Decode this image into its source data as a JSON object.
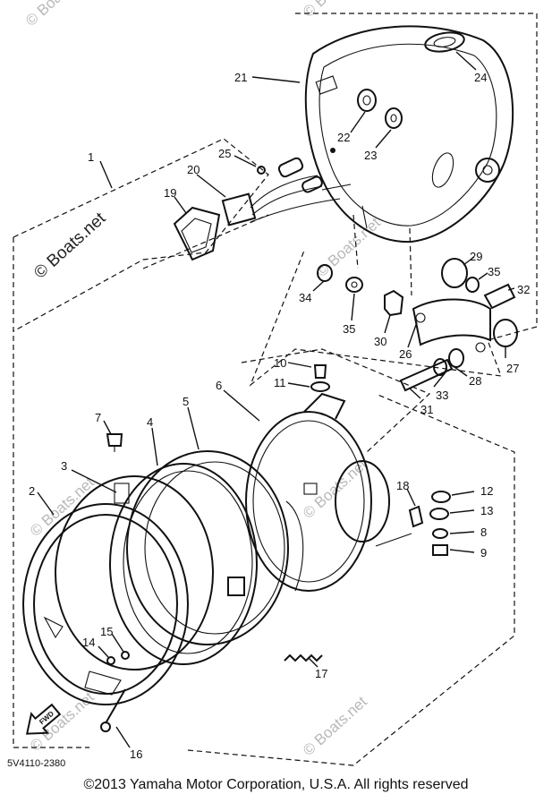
{
  "watermark": {
    "text": "© Boats.net"
  },
  "part_labels": [
    {
      "id": "1",
      "text": "1"
    },
    {
      "id": "2",
      "text": "2"
    },
    {
      "id": "3",
      "text": "3"
    },
    {
      "id": "4",
      "text": "4"
    },
    {
      "id": "5",
      "text": "5"
    },
    {
      "id": "6",
      "text": "6"
    },
    {
      "id": "7",
      "text": "7"
    },
    {
      "id": "8",
      "text": "8"
    },
    {
      "id": "9",
      "text": "9"
    },
    {
      "id": "10",
      "text": "10"
    },
    {
      "id": "11",
      "text": "11"
    },
    {
      "id": "12",
      "text": "12"
    },
    {
      "id": "13",
      "text": "13"
    },
    {
      "id": "14",
      "text": "14"
    },
    {
      "id": "15",
      "text": "15"
    },
    {
      "id": "16",
      "text": "16"
    },
    {
      "id": "17",
      "text": "17"
    },
    {
      "id": "18",
      "text": "18"
    },
    {
      "id": "19",
      "text": "19"
    },
    {
      "id": "20",
      "text": "20"
    },
    {
      "id": "21",
      "text": "21"
    },
    {
      "id": "22",
      "text": "22"
    },
    {
      "id": "23",
      "text": "23"
    },
    {
      "id": "24",
      "text": "24"
    },
    {
      "id": "25",
      "text": "25"
    },
    {
      "id": "26",
      "text": "26"
    },
    {
      "id": "27",
      "text": "27"
    },
    {
      "id": "28",
      "text": "28"
    },
    {
      "id": "29",
      "text": "29"
    },
    {
      "id": "30",
      "text": "30"
    },
    {
      "id": "31",
      "text": "31"
    },
    {
      "id": "32",
      "text": "32"
    },
    {
      "id": "33",
      "text": "33"
    },
    {
      "id": "34",
      "text": "34"
    },
    {
      "id": "35a",
      "text": "35"
    },
    {
      "id": "35b",
      "text": "35"
    }
  ],
  "diagram_code": "5V4110-2380",
  "forward_arrow_label": "FWD",
  "copyright": "©2013 Yamaha Motor Corporation, U.S.A. All rights reserved"
}
